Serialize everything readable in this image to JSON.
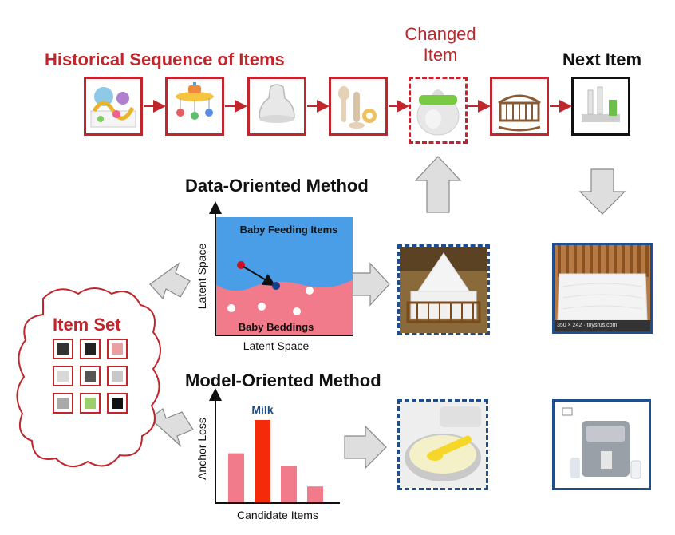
{
  "labels": {
    "historical_sequence": "Historical Sequence of Items",
    "changed_item_line1": "Changed",
    "changed_item_line2": "Item",
    "next_item": "Next Item",
    "data_oriented": "Data-Oriented Method",
    "model_oriented": "Model-Oriented Method",
    "item_set": "Item Set"
  },
  "latent_plot": {
    "top_region": "Baby Feeding Items",
    "bottom_region": "Baby Beddings",
    "xlabel": "Latent Space",
    "ylabel": "Latent Space"
  },
  "chart_data": {
    "type": "bar",
    "categories": [
      "",
      "Milk",
      "",
      ""
    ],
    "values": [
      0.6,
      1.0,
      0.45,
      0.2
    ],
    "highlight": "Milk",
    "xlabel": "Candidate Items",
    "ylabel": "Anchor Loss",
    "colors": {
      "normal": "#f27b8b",
      "highlight": "#f42a0a"
    }
  },
  "photo_captions": {
    "next_item_mattress": "350 × 242 · toysrus.com"
  },
  "colors": {
    "accent_red": "#c0262c",
    "feeding_blue": "#4a9ee8",
    "bedding_pink": "#f27b8b",
    "frame_blue": "#1f4e8c",
    "point_blue": "#1a3a8a",
    "point_red": "#d01020",
    "arrow_gray": "#dedede"
  }
}
